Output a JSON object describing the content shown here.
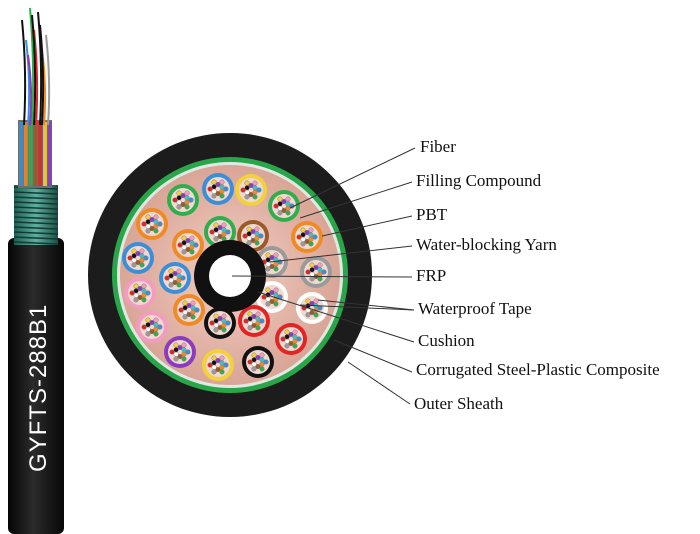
{
  "cable_model": "GYFTS-288B1",
  "labels": [
    "Fiber",
    "Filling Compound",
    "PBT",
    "Water-blocking Yarn",
    "FRP",
    "Waterproof Tape",
    "Cushion",
    "Corrugated Steel-Plastic Composite",
    "Outer Sheath"
  ],
  "colors": {
    "outer_sheath": "#1c1c1c",
    "armor_ring": "#2aa64a",
    "filling": "#e8b7a8",
    "frp_ring": "#111111",
    "tube_palette": [
      "#3a8fd8",
      "#f08a24",
      "#2fae4e",
      "#9a5a2a",
      "#9a9a9a",
      "#ffffff",
      "#e22424",
      "#111111",
      "#f2d13a",
      "#8a3bbf",
      "#f39bc0",
      "#40c0c8"
    ]
  }
}
